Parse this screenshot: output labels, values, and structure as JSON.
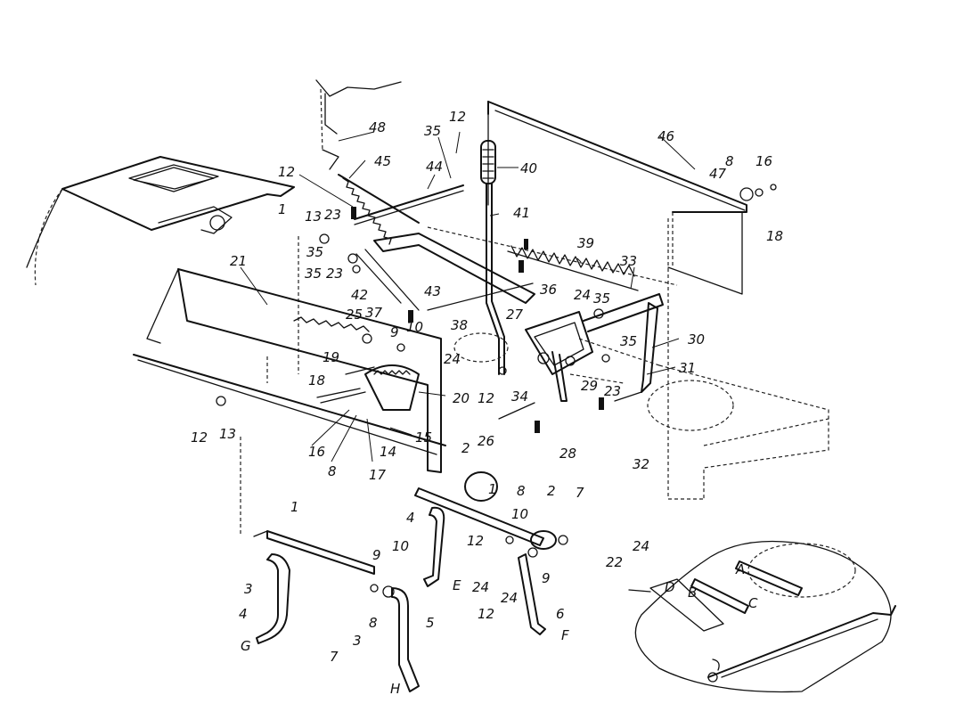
{
  "diagram": {
    "callouts": [
      "1",
      "2",
      "3",
      "4",
      "5",
      "6",
      "7",
      "8",
      "9",
      "10",
      "12",
      "13",
      "14",
      "15",
      "16",
      "17",
      "18",
      "19",
      "20",
      "21",
      "22",
      "23",
      "24",
      "25",
      "26",
      "27",
      "28",
      "29",
      "30",
      "31",
      "32",
      "33",
      "34",
      "35",
      "36",
      "37",
      "38",
      "39",
      "40",
      "41",
      "42",
      "43",
      "44",
      "45",
      "46",
      "47",
      "48"
    ],
    "connector_letters": [
      "A",
      "B",
      "C",
      "D",
      "E",
      "F",
      "G",
      "H"
    ]
  }
}
